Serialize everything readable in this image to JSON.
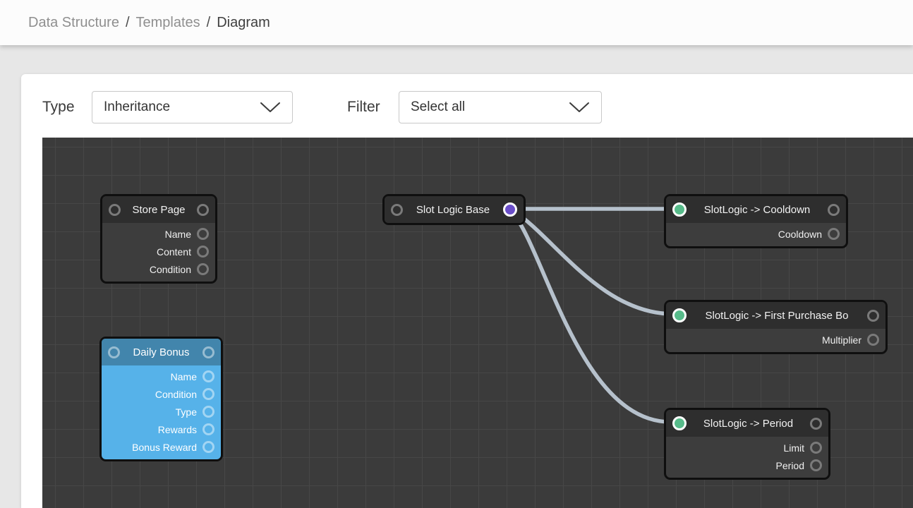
{
  "breadcrumb": {
    "items": [
      {
        "label": "Data Structure"
      },
      {
        "label": "Templates"
      },
      {
        "label": "Diagram"
      }
    ],
    "separator": "/"
  },
  "toolbar": {
    "type": {
      "label": "Type",
      "value": "Inheritance"
    },
    "filter": {
      "label": "Filter",
      "value": "Select all"
    },
    "chevron_icon": "chevron-down"
  },
  "diagram": {
    "nodes": [
      {
        "id": "store-page",
        "title": "Store Page",
        "state": "default",
        "rows": [
          "Name",
          "Content",
          "Condition"
        ]
      },
      {
        "id": "daily-bonus",
        "title": "Daily Bonus",
        "state": "selected",
        "rows": [
          "Name",
          "Condition",
          "Type",
          "Rewards",
          "Bonus Reward"
        ]
      },
      {
        "id": "slot-logic-base",
        "title": "Slot Logic Base",
        "state": "default",
        "rows": [],
        "output_port": "purple"
      },
      {
        "id": "slotlogic-cooldown",
        "title": "SlotLogic -> Cooldown",
        "state": "default",
        "rows": [
          "Cooldown"
        ],
        "input_port": "green"
      },
      {
        "id": "slotlogic-first-purchase",
        "title": "SlotLogic -> First Purchase Bo",
        "state": "default",
        "rows": [
          "Multiplier"
        ],
        "input_port": "green"
      },
      {
        "id": "slotlogic-period",
        "title": "SlotLogic -> Period",
        "state": "default",
        "rows": [
          "Limit",
          "Period"
        ],
        "input_port": "green"
      }
    ],
    "connections": [
      {
        "from": "slot-logic-base",
        "to": "slotlogic-cooldown"
      },
      {
        "from": "slot-logic-base",
        "to": "slotlogic-first-purchase"
      },
      {
        "from": "slot-logic-base",
        "to": "slotlogic-period"
      }
    ],
    "colors": {
      "canvas_bg": "#3b3b3b",
      "grid_line": "#474747",
      "node_header": "#2e2e2e",
      "node_body": "#3d3d3d",
      "node_border": "#0f0f0f",
      "selected_header": "#4285ac",
      "selected_body": "#56b2e9",
      "port_ring": "#7a7a7a",
      "green_port": "#57bb8a",
      "purple_port": "#6a4ec9",
      "connection": "#b6c1cc"
    }
  }
}
